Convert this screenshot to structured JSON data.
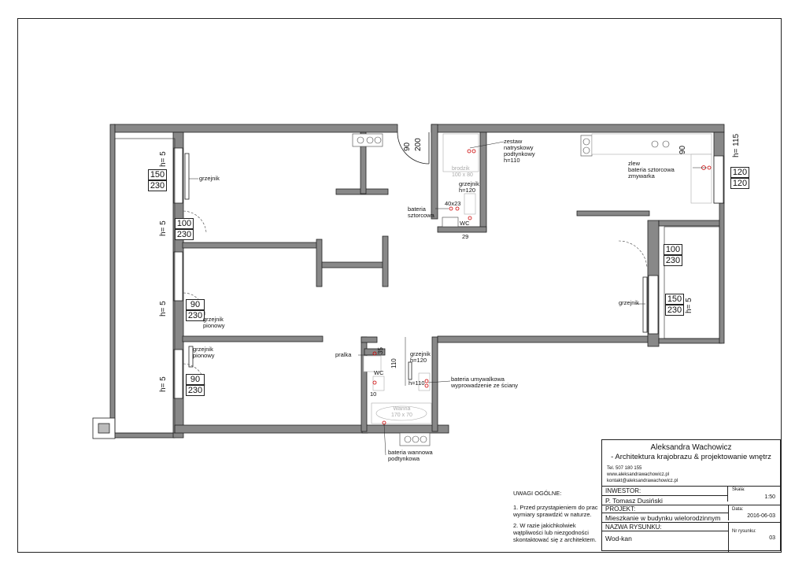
{
  "labels": {
    "grzejnik_1": "grzejnik",
    "grzejnik_2": "grzejnik",
    "grzejnik_pionowy_1": "grzejnik\npionowy",
    "grzejnik_pionowy_2": "grzejnik\npionowy",
    "grzejnik_h120_a": "grzejnik\nh=120",
    "grzejnik_h120_b": "grzejnik\nh=120",
    "zestaw": "zestaw\nnatryskowy\npodtynkowy\nh=110",
    "brodzik": "brodzik\n100 x 80",
    "bateria_sztorcowa": "bateria\nsztorcowa",
    "size_40x23": "40x23",
    "wc_1": "WC",
    "wc_2": "WC",
    "dim_29": "29",
    "zlew": "zlew\nbateria sztorcowa\nzmywarka",
    "pralka": "pralka",
    "dim_35": "35",
    "dim_110": "110",
    "dim_10": "10",
    "h110": "h=110",
    "bateria_umywalkowa": "bateria umywalkowa\nwyprowadzenie ze ściany",
    "wanna": "Wanna\n170 x 70",
    "bateria_wannowa": "bateria wannowa\npodtynkowa"
  },
  "dims": {
    "w1_top": "150",
    "w1_bot": "230",
    "d1_top": "100",
    "d1_bot": "230",
    "w2_top": "90",
    "w2_bot": "230",
    "w3_top": "90",
    "w3_bot": "230",
    "door_top_a": "90",
    "door_top_b": "200",
    "kitchen_top": "120",
    "kitchen_bot": "120",
    "right_d_top": "100",
    "right_d_bot": "230",
    "right_w_top": "150",
    "right_w_bot": "230",
    "h5_a": "h= 5",
    "h5_b": "h= 5",
    "h5_c": "h= 5",
    "h5_d": "h= 5",
    "h5_right": "h= 5",
    "h115": "h= 115",
    "v90": "90"
  },
  "notes": {
    "title": "UWAGI OGÓLNE:",
    "n1": "1. Przed przystąpieniem do prac wymiary sprawdzić w naturze.",
    "n2": "2. W razie jakichkolwiek wątpliwości lub niezgodności skontaktować się z architektem."
  },
  "titleblock": {
    "name": "Aleksandra Wachowicz",
    "subtitle": "- Architektura krajobrazu & projektowanie wnętrz",
    "tel": "Tel. 507 180 155",
    "www": "www.aleksandrawachowicz.pl",
    "mail": "kontakt@aleksandrawachowicz.pl",
    "investor_label": "INWESTOR:",
    "investor": "P. Tomasz Dusiński",
    "scale_label": "Skala:",
    "scale": "1:50",
    "project_label": "PROJEKT:",
    "project": "Mieszkanie w budynku wielorodzinnym",
    "date_label": "Data:",
    "date": "2016-06-03",
    "drawing_label": "NAZWA RYSUNKU:",
    "drawing": "Wod-kan",
    "number_label": "Nr rysunku:",
    "number": "03"
  }
}
